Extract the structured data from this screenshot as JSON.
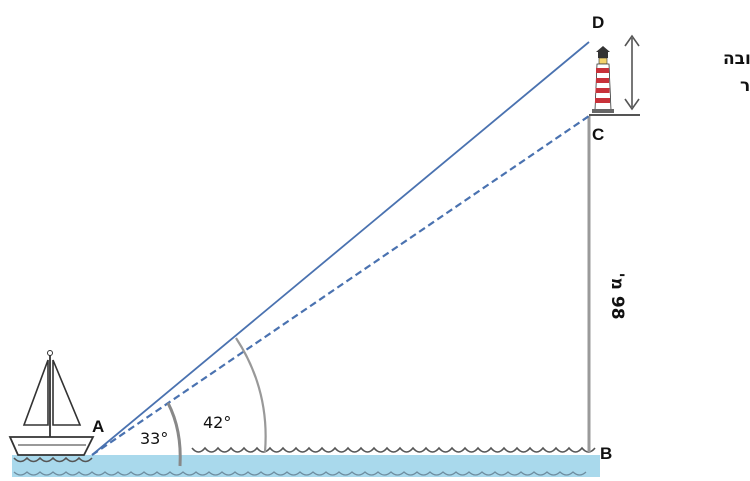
{
  "points": {
    "A": "A",
    "B": "B",
    "C": "C",
    "D": "D"
  },
  "angles": {
    "small": "33°",
    "large": "42°"
  },
  "labels": {
    "tower_height_line1": "גובה",
    "tower_height_line2": "המגדלור",
    "cliff_height": "98 מ'"
  },
  "colors": {
    "sight_line": "#4a72b0",
    "cliff": "#9a9a9a",
    "water": "#a9d9ec",
    "wave": "#555555",
    "lighthouse_red": "#c8323a"
  },
  "icons": {
    "boat": "sailboat-icon",
    "lighthouse": "lighthouse-icon",
    "height_arrow": "double-arrow-icon"
  }
}
